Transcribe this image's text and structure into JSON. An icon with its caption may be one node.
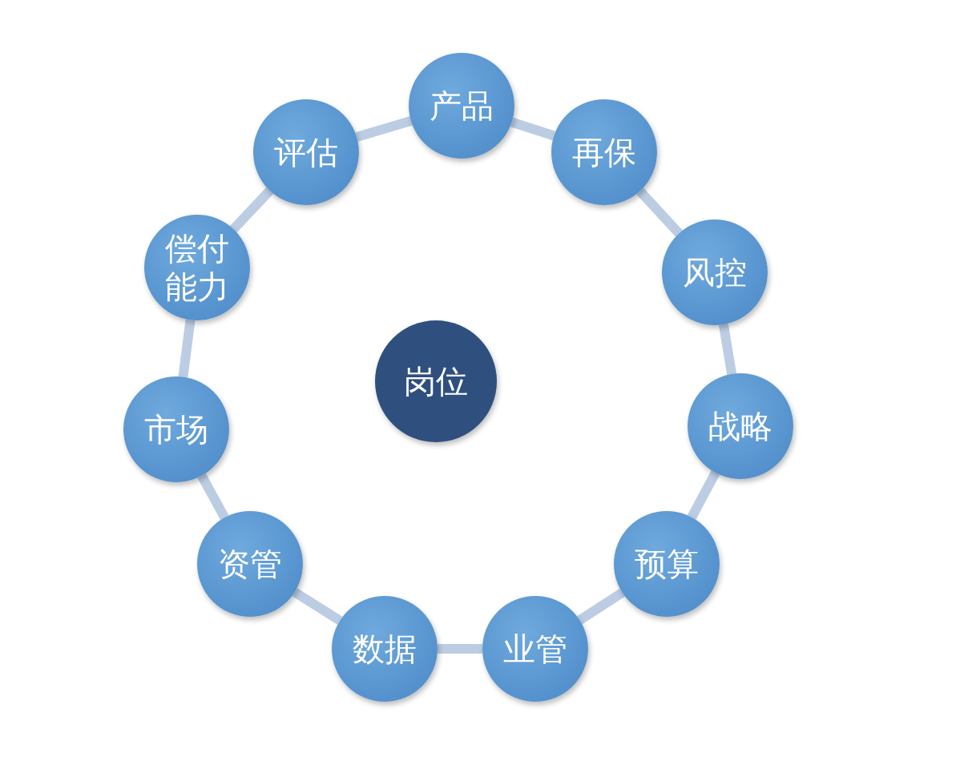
{
  "diagram": {
    "nodes": [
      {
        "text": [
          "岗位"
        ]
      },
      {
        "text": [
          "产品"
        ]
      },
      {
        "text": [
          "再保"
        ]
      },
      {
        "text": [
          "风控"
        ]
      },
      {
        "text": [
          "战略"
        ]
      },
      {
        "text": [
          "预算"
        ]
      },
      {
        "text": [
          "业管"
        ]
      },
      {
        "text": [
          "数据"
        ]
      },
      {
        "text": [
          "资管"
        ]
      },
      {
        "text": [
          "市场"
        ]
      },
      {
        "text": [
          "偿付能力"
        ]
      },
      {
        "text": [
          "评估"
        ]
      }
    ],
    "edges": [
      {
        "from": 1,
        "to": 2,
        "arrow": "none"
      },
      {
        "from": 2,
        "to": 3,
        "arrow": "none"
      },
      {
        "from": 3,
        "to": 4,
        "arrow": "none"
      },
      {
        "from": 4,
        "to": 5,
        "arrow": "none"
      },
      {
        "from": 5,
        "to": 6,
        "arrow": "none"
      },
      {
        "from": 6,
        "to": 7,
        "arrow": "none"
      },
      {
        "from": 7,
        "to": 8,
        "arrow": "none"
      },
      {
        "from": 8,
        "to": 9,
        "arrow": "none"
      },
      {
        "from": 9,
        "to": 10,
        "arrow": "none"
      },
      {
        "from": 10,
        "to": 11,
        "arrow": "none"
      },
      {
        "from": 11,
        "to": 1,
        "arrow": "none"
      }
    ]
  }
}
